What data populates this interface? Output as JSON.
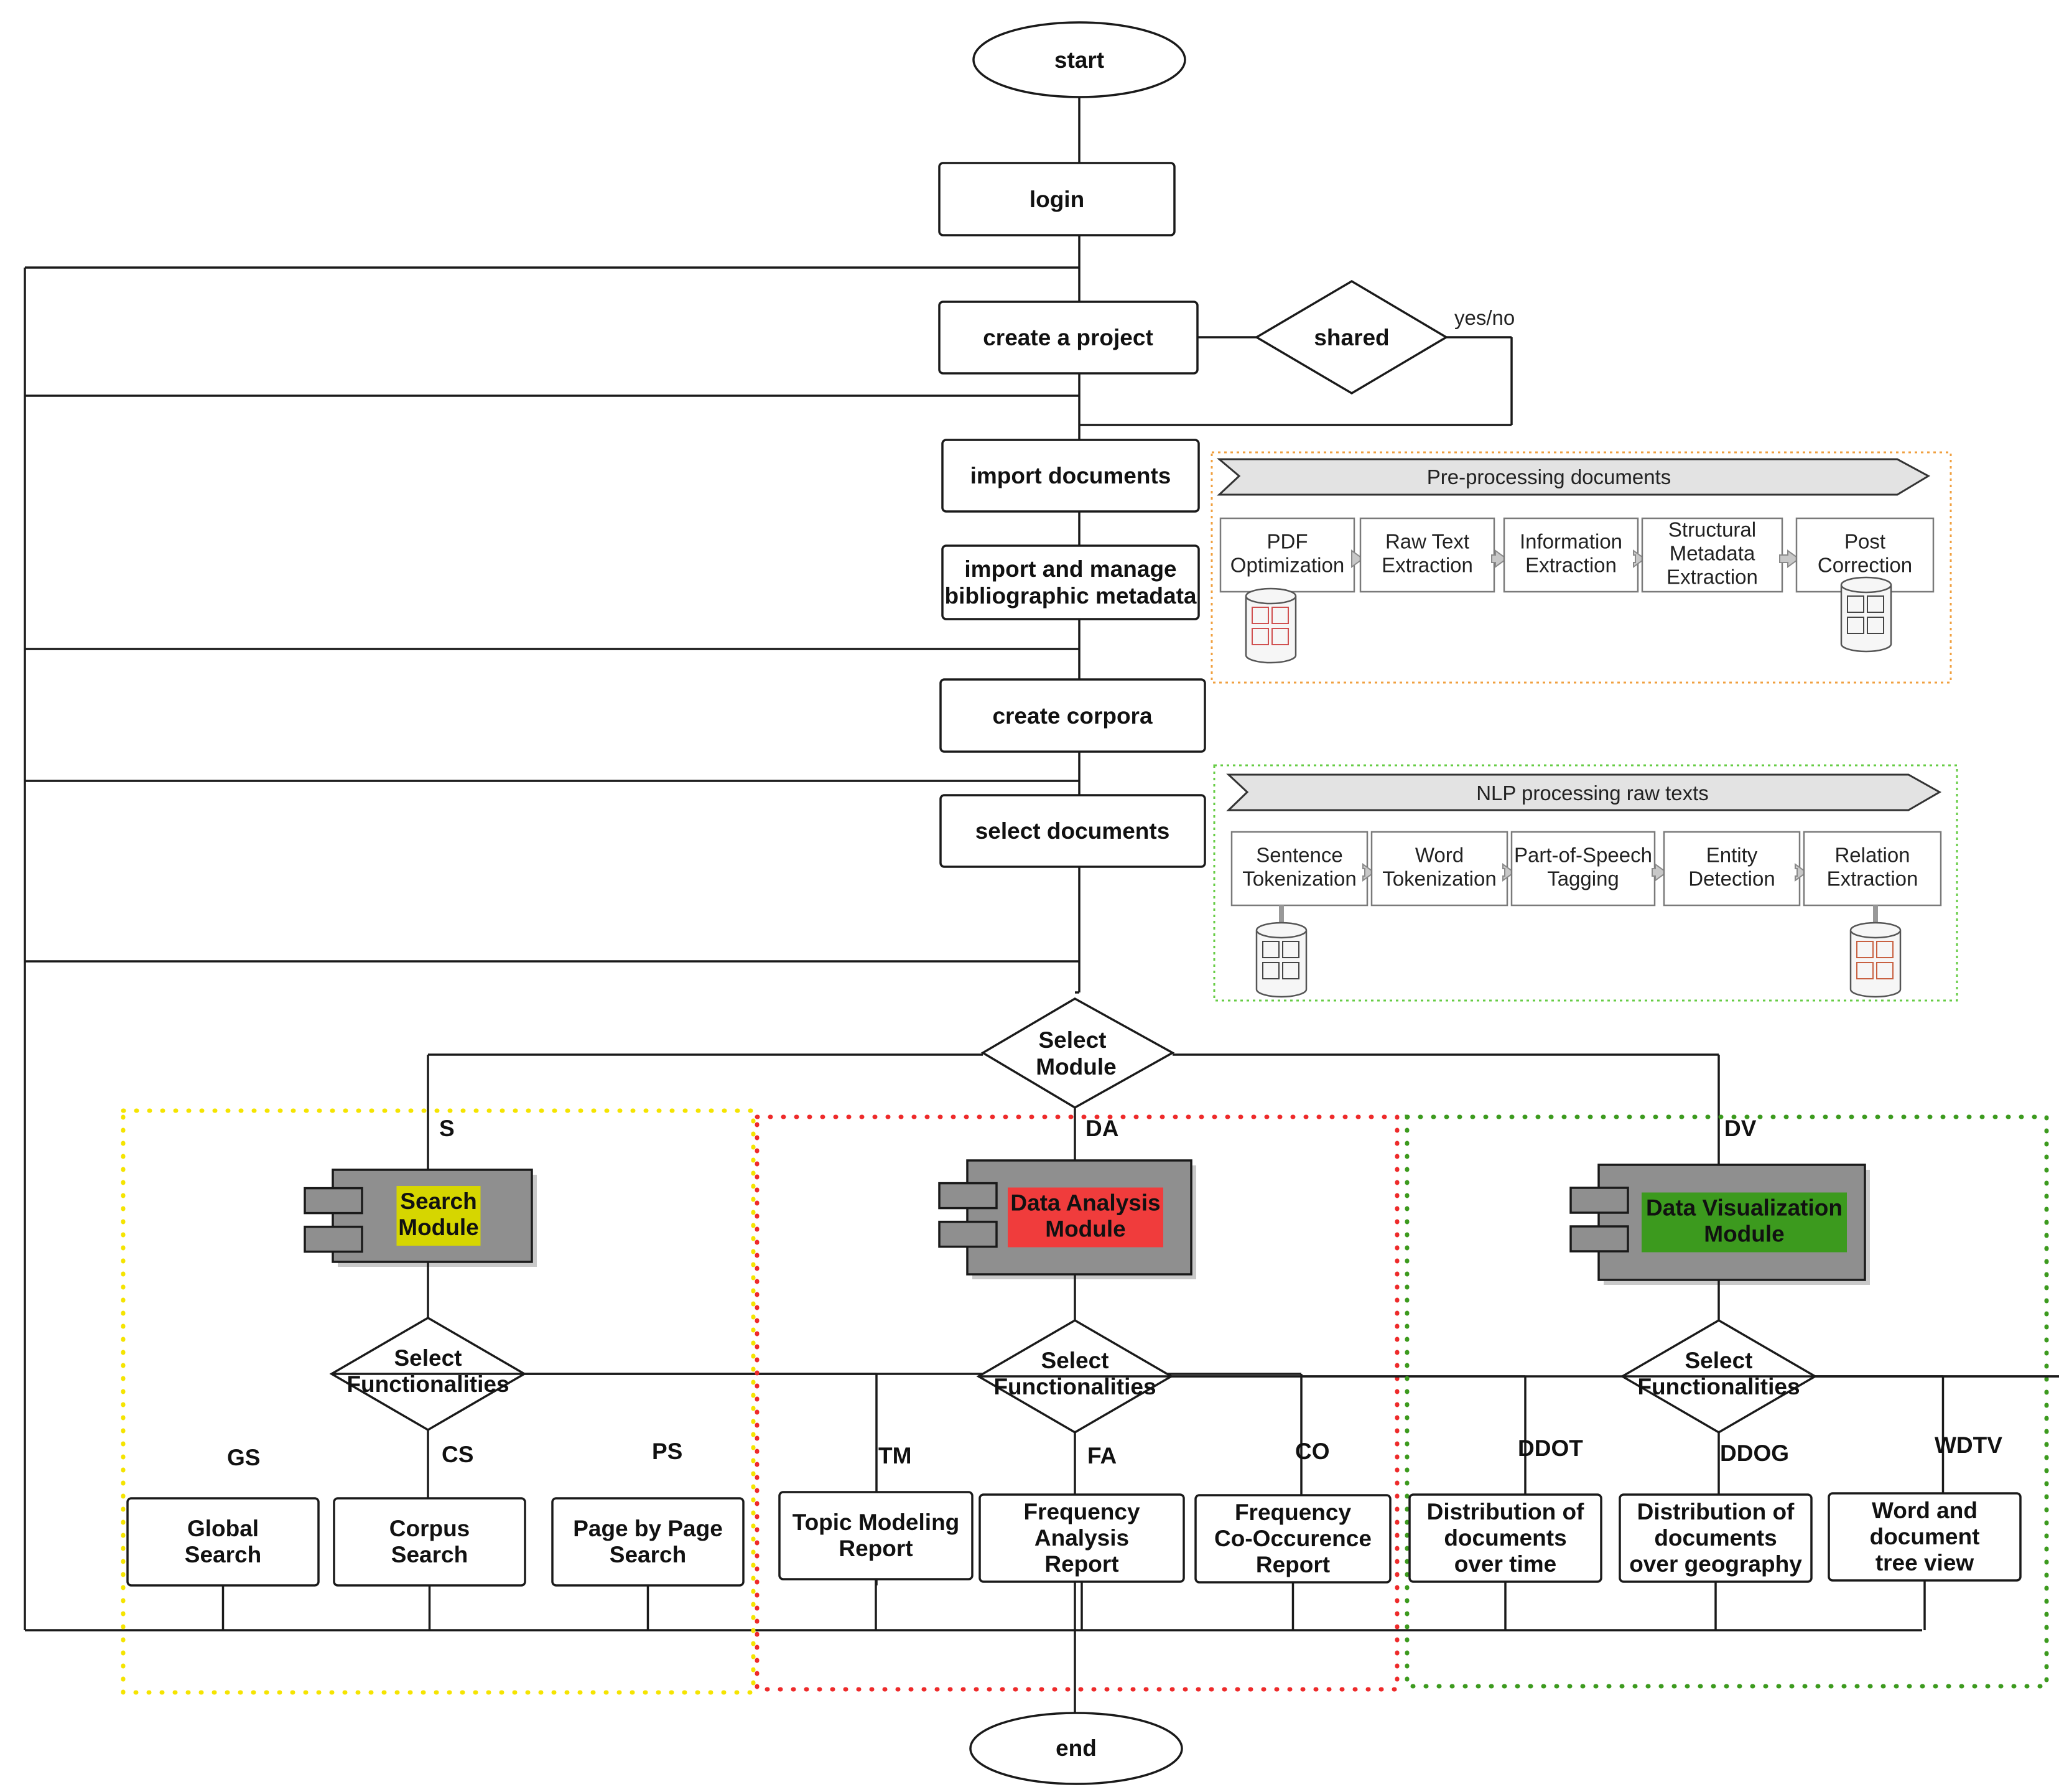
{
  "nodes": {
    "start": "start",
    "login": "login",
    "create_project": "create a project",
    "shared": "shared",
    "yes_no": "yes/no",
    "import_documents": "import documents",
    "import_metadata_1": "import and manage",
    "import_metadata_2": "bibliographic metadata",
    "create_corpora": "create corpora",
    "select_documents": "select documents",
    "select_module_1": "Select",
    "select_module_2": "Module",
    "end": "end"
  },
  "preprocessing": {
    "title": "Pre-processing documents",
    "steps": [
      [
        "PDF",
        "Optimization"
      ],
      [
        "Raw Text",
        "Extraction"
      ],
      [
        "Information",
        "Extraction"
      ],
      [
        "Structural",
        "Metadata",
        "Extraction"
      ],
      [
        "Post",
        "Correction"
      ]
    ],
    "border_color": "#f0a040"
  },
  "nlp": {
    "title": "NLP processing raw texts",
    "steps": [
      [
        "Sentence",
        "Tokenization"
      ],
      [
        "Word",
        "Tokenization"
      ],
      [
        "Part-of-Speech",
        "Tagging"
      ],
      [
        "Entity",
        "Detection"
      ],
      [
        "Relation",
        "Extraction"
      ]
    ],
    "border_color": "#66cc44"
  },
  "modules": [
    {
      "code": "S",
      "name": [
        "Search",
        "Module"
      ],
      "highlight": "#d6d600",
      "border_color": "#f5e400",
      "select": [
        "Select",
        "Functionalities"
      ],
      "functions": [
        {
          "code": "GS",
          "label": [
            "Global",
            "Search"
          ]
        },
        {
          "code": "CS",
          "label": [
            "Corpus",
            "Search"
          ]
        },
        {
          "code": "PS",
          "label": [
            "Page by Page",
            "Search"
          ]
        }
      ]
    },
    {
      "code": "DA",
      "name": [
        "Data Analysis",
        "Module"
      ],
      "highlight": "#f03c3c",
      "border_color": "#ee2a2a",
      "select": [
        "Select",
        "Functionalities"
      ],
      "functions": [
        {
          "code": "TM",
          "label": [
            "Topic Modeling",
            "Report"
          ]
        },
        {
          "code": "FA",
          "label": [
            "Frequency",
            "Analysis",
            "Report"
          ]
        },
        {
          "code": "CO",
          "label": [
            "Frequency",
            "Co-Occurence",
            "Report"
          ]
        }
      ]
    },
    {
      "code": "DV",
      "name": [
        "Data Visualization",
        "Module"
      ],
      "highlight": "#3c9a1e",
      "border_color": "#3c9a1e",
      "select": [
        "Select",
        "Functionalities"
      ],
      "functions": [
        {
          "code": "DDOT",
          "label": [
            "Distribution of",
            "documents",
            "over time"
          ]
        },
        {
          "code": "DDOG",
          "label": [
            "Distribution of",
            "documents",
            "over geography"
          ]
        },
        {
          "code": "WDTV",
          "label": [
            "Word and",
            "document",
            "tree view"
          ]
        }
      ]
    }
  ]
}
